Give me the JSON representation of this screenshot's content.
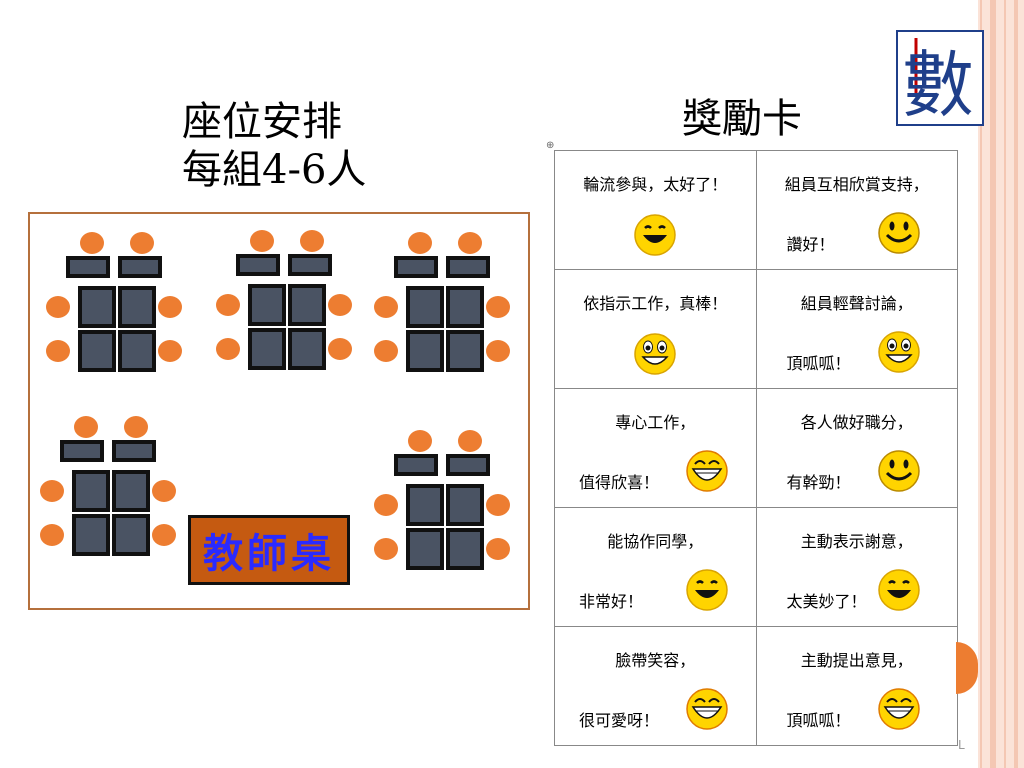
{
  "slide": {
    "left_title_line1": "座位安排",
    "left_title_line2": "每組4-6人",
    "right_title": "獎勵卡",
    "teacher_desk_label": "教師桌",
    "logo_char": "數"
  },
  "colors": {
    "seat": "#ed7d31",
    "desk": "#4a5363",
    "teacher_desk": "#c55a11",
    "teacher_text": "#2a2aff",
    "room_border": "#b5703c",
    "stripe": "#f4c7b3",
    "smiley_face": "#ffd400"
  },
  "cards": [
    {
      "line1": "輪流參與，太好了！",
      "line2": "",
      "icon": "grin-smiley-icon"
    },
    {
      "line1": "組員互相欣賞支持，",
      "line2": "讚好！",
      "icon": "smile-smiley-icon"
    },
    {
      "line1": "依指示工作，真棒！",
      "line2": "",
      "icon": "happy-smiley-icon"
    },
    {
      "line1": "組員輕聲討論，",
      "line2": "頂呱呱！",
      "icon": "happy-smiley-icon"
    },
    {
      "line1": "專心工作，",
      "line2": "值得欣喜！",
      "icon": "laugh-smiley-icon"
    },
    {
      "line1": "各人做好職分，",
      "line2": "有幹勁！",
      "icon": "smile-smiley-icon"
    },
    {
      "line1": "能協作同學，",
      "line2": "非常好！",
      "icon": "grin-smiley-icon"
    },
    {
      "line1": "主動表示謝意，",
      "line2": "太美妙了！",
      "icon": "grin-smiley-icon"
    },
    {
      "line1": "臉帶笑容，",
      "line2": "很可愛呀！",
      "icon": "laugh-smiley-icon"
    },
    {
      "line1": "主動提出意見，",
      "line2": "頂呱呱！",
      "icon": "laugh-smiley-icon"
    }
  ]
}
